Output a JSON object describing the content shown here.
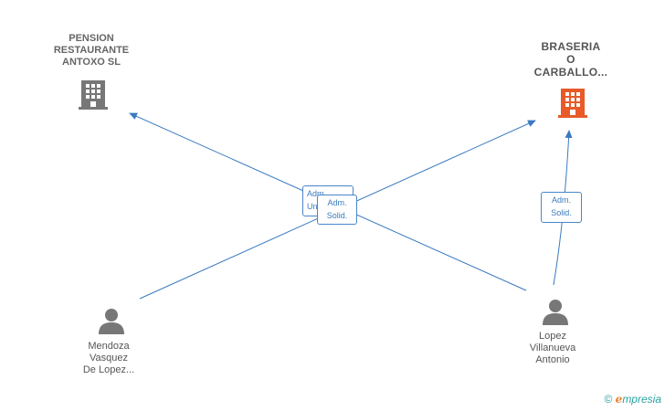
{
  "nodes": {
    "company_1": {
      "label": "PENSION\nRESTAURANTE\nANTOXO  SL",
      "icon": "building-icon",
      "color": "#777777"
    },
    "company_2": {
      "label": "BRASERIA\nO\nCARBALLO...",
      "icon": "building-icon",
      "color": "#e85a28"
    },
    "person_1": {
      "label": "Mendoza\nVasquez\nDe Lopez...",
      "icon": "person-icon",
      "color": "#777777"
    },
    "person_2": {
      "label": "Lopez\nVillanueva\nAntonio",
      "icon": "person-icon",
      "color": "#777777"
    }
  },
  "edges": {
    "back_label": "Adm.\nUnico",
    "center_label": "Adm.\nSolid.",
    "right_label": "Adm.\nSolid.",
    "color": "#3a7ac0"
  },
  "footer": {
    "copyright": "©",
    "brand_e": "e",
    "brand_rest": "mpresia"
  }
}
